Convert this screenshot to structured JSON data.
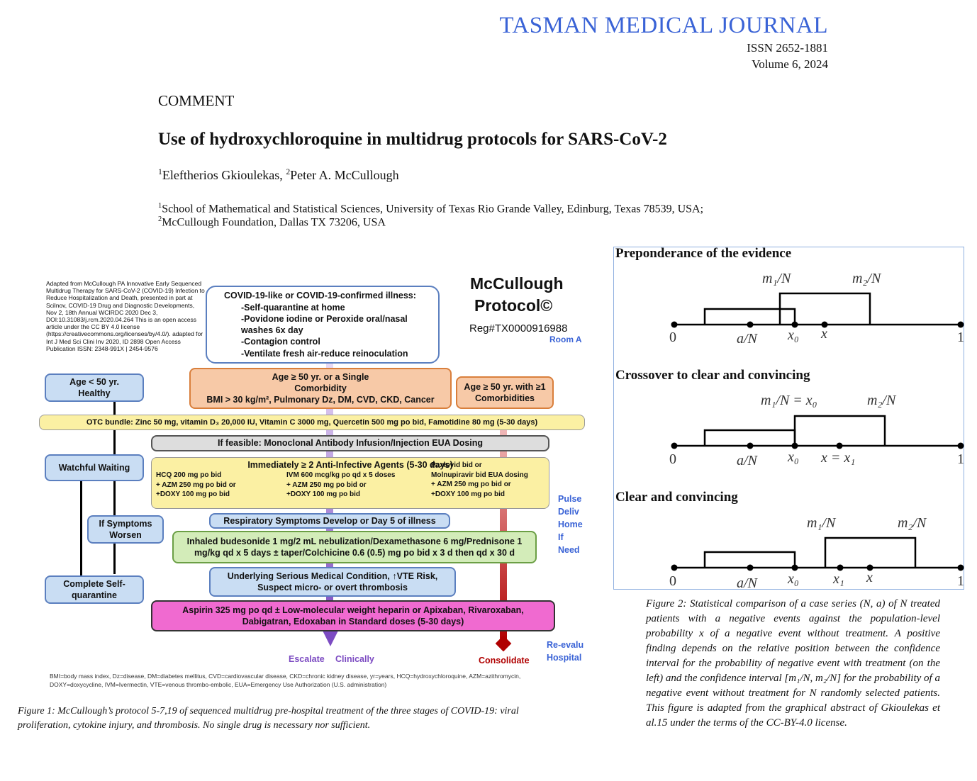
{
  "header": {
    "journal": "TASMAN MEDICAL JOURNAL",
    "issn": "ISSN 2652-1881",
    "volume": "Volume 6, 2024"
  },
  "article": {
    "section": "COMMENT",
    "title": "Use of hydroxychloroquine in multidrug protocols for SARS-CoV-2",
    "author1": "Eleftherios Gkioulekas, ",
    "author2": "Peter A. McCullough",
    "affil1": "School of Mathematical and Statistical Sciences, University of Texas Rio Grande Valley, Edinburg, Texas 78539, USA;",
    "affil2": "McCullough Foundation, Dallas TX 73206, USA"
  },
  "figure1": {
    "source_note": "Adapted from McCullough PA Innovative Early Sequenced Multidrug Therapy for SARS-CoV-2 (COVID-19) Infection to Reduce Hospitalization and Death, presented in part at Scilnov, COVID-19 Drug and Diagnostic Developments, Nov 2, 18th Annual WCIRDC 2020 Dec 3, DOI:10.31083/j.rcm.2020.04.264 This is an open access article under the CC BY 4.0 license (https://creativecommons.org/licenses/by/4.0/). adapted for Int J Med Sci Clini Inv 2020, ID 2898 Open Access Publication ISSN: 2348-991X | 2454-9576",
    "protocol_title1": "McCullough",
    "protocol_title2": "Protocol©",
    "reg": "Reg#TX0000916988",
    "illness_title": "COVID-19-like or COVID-19-confirmed illness:",
    "illness_items": [
      "-Self-quarantine at home",
      "-Povidone iodine or Peroxide oral/nasal washes 6x day",
      "-Contagion control",
      "-Ventilate fresh air-reduce reinoculation"
    ],
    "age_lt50": "Age < 50 yr. Healthy",
    "age_ge50_single": "Age ≥ 50 yr. or a Single Comorbidity",
    "age_ge50_single_detail": "BMI > 30 kg/m², Pulmonary Dz, DM, CVD, CKD, Cancer",
    "age_ge50_multi": "Age ≥ 50 yr. with ≥1 Comorbidities",
    "otc": "OTC bundle: Zinc 50 mg, vitamin D₃ 20,000 IU, Vitamin C 3000 mg, Quercetin 500 mg po bid, Famotidine 80 mg (5-30 days)",
    "monoclonal": "If feasible:  Monoclonal Antibody Infusion/Injection EUA Dosing",
    "watchful": "Watchful Waiting",
    "anti_title": "Immediately ≥ 2 Anti-Infective Agents (5-30 days)",
    "anti_col1": "HCQ 200 mg po bid\n+ AZM 250 mg po bid or\n+DOXY 100 mg po bid",
    "anti_col2": "IVM 600 mcg/kg po qd x 5 doses\n+ AZM 250 mg po bid or\n+DOXY 100 mg po bid",
    "anti_col3": "Paxlovid bid or\nMolnupiravir bid EUA dosing\n+ AZM 250 mg po bid or\n+DOXY 100 mg po bid",
    "if_worsen": "If Symptoms Worsen",
    "resp": "Respiratory Symptoms Develop or Day 5 of illness",
    "inhaled": "Inhaled budesonide 1 mg/2 mL nebulization/Dexamethasone 6 mg/Prednisone 1 mg/kg qd x 5 days ± taper/Colchicine 0.6 (0.5) mg po bid x 3 d then qd x 30 d",
    "underlying": "Underlying Serious Medical Condition, ↑VTE Risk, Suspect micro- or overt thrombosis",
    "complete": "Complete Self-quarantine",
    "aspirin": "Aspirin 325 mg po qd ± Low-molecular weight heparin or Apixaban, Rivaroxaban, Dabigatran, Edoxaban in Standard doses (5-30 days)",
    "escalate": "Escalate",
    "clinically": "Clinically",
    "consolidate": "Consolidate",
    "room": "Room A",
    "pulse": "Pulse",
    "deliv": "Deliv",
    "home": "Home",
    "ifneed": "If Need",
    "reeval": "Re-evalu",
    "hospital": "Hospital",
    "abbrev": "BMI=body mass index, Dz=disease, DM=diabetes mellitus, CVD=cardiovascular disease, CKD=chronic kidney disease, yr=years, HCQ=hydroxychloroquine, AZM=azithromycin, DOXY=doxycycline, IVM=Ivermectin, VTE=venous thrombo-embolic, EUA=Emergency Use Authorization (U.S. administration)",
    "caption": "Figure 1: McCullough’s protocol 5-7,19 of sequenced multidrug pre-hospital treatment of the three stages of COVID-19: viral proliferation, cytokine injury, and thrombosis.  No single drug is necessary nor sufficient."
  },
  "figure2": {
    "panel1_title": "Preponderance of the evidence",
    "panel2_title": "Crossover to clear and convincing",
    "panel3_title": "Clear and convincing",
    "label_0": "0",
    "label_1": "1",
    "label_aN": "a/N",
    "label_x0": "x₀",
    "label_x": "x",
    "label_x_eq_x1": "x = x₁",
    "label_x1": "x₁",
    "label_m1": "m₁/N",
    "label_m2": "m₂/N",
    "label_m1_eq": "m₁/N = x₀",
    "caption": "Figure 2: Statistical comparison of a case series (N, a) of N treated patients with a negative events against the population-level probability x of a negative event without treatment. A positive finding depends on the relative position between the confidence interval for the probability of negative event with treatment (on the left) and the confidence interval [m₁/N, m₂/N] for the probability of a negative event without treatment for N randomly selected patients. This figure is adapted from the graphical abstract of Gkioulekas et al.15 under the terms of the CC-BY-4.0 license."
  }
}
